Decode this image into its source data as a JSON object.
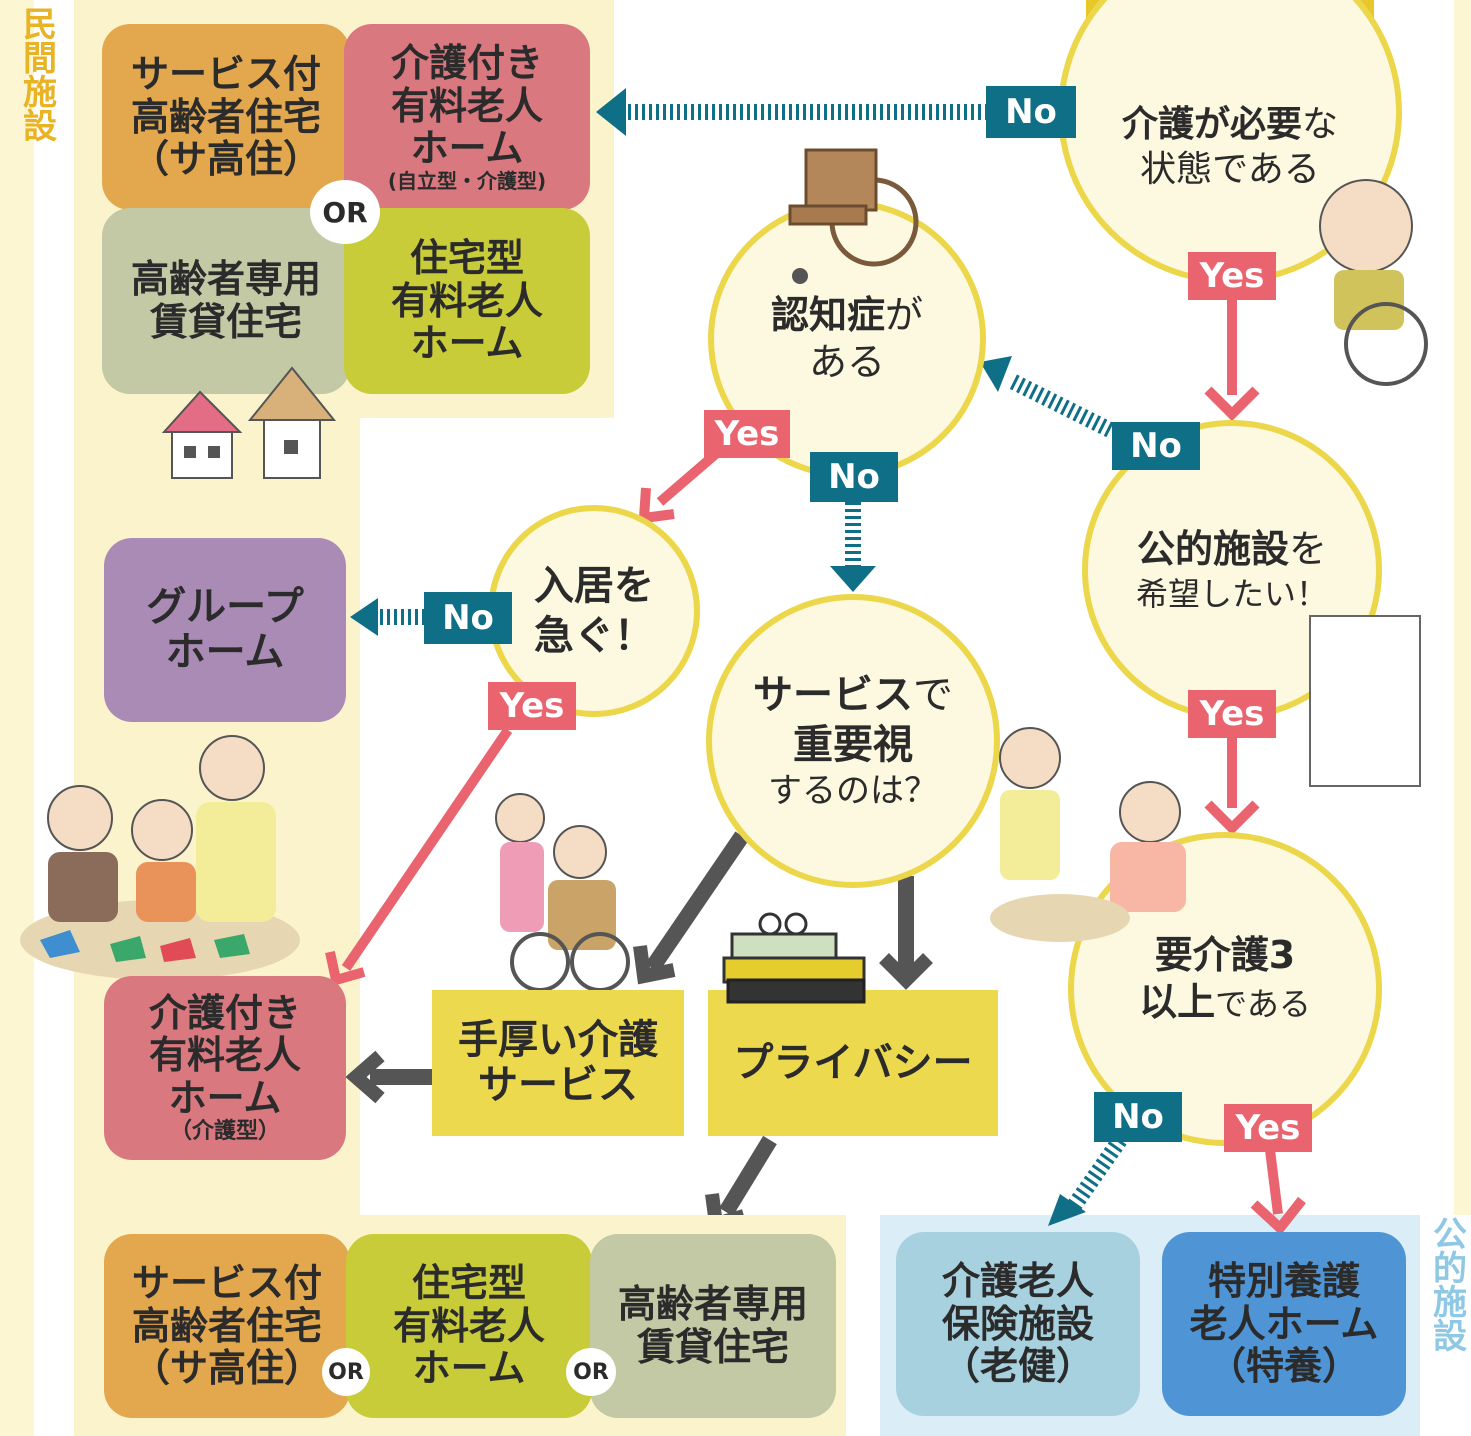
{
  "side_labels": {
    "private": "民間施設",
    "public": "公的施設"
  },
  "questions": {
    "care_needed": {
      "bold": "介護が必要",
      "rest": "な",
      "line2": "状態である"
    },
    "dementia": {
      "bold": "認知症",
      "rest": "が",
      "line2": "ある"
    },
    "public_wish": {
      "bold": "公的施設",
      "rest": "を",
      "line2": "希望したい！"
    },
    "urgent": {
      "line1": "入居を",
      "line2": "急ぐ！"
    },
    "service": {
      "bold": "サービス",
      "rest": "で",
      "line2": "重要視",
      "line3": "するのは？"
    },
    "care3": {
      "line1": "要介護3",
      "bold2": "以上",
      "rest2": "である"
    }
  },
  "facilities": {
    "top_sakoju": [
      "サービス付",
      "高齢者住宅",
      "（サ高住）"
    ],
    "top_kaigo": [
      "介護付き",
      "有料老人",
      "ホーム"
    ],
    "top_kaigo_note": "(自立型・介護型)",
    "top_senyo": [
      "高齢者専用",
      "賃貸住宅"
    ],
    "top_jutaku": [
      "住宅型",
      "有料老人",
      "ホーム"
    ],
    "group_home": [
      "グループ",
      "ホーム"
    ],
    "mid_kaigo": [
      "介護付き",
      "有料老人",
      "ホーム"
    ],
    "mid_kaigo_note": "（介護型）",
    "service_care": [
      "手厚い介護",
      "サービス"
    ],
    "service_privacy": "プライバシー",
    "bottom_sakoju": [
      "サービス付",
      "高齢者住宅",
      "（サ高住）"
    ],
    "bottom_jutaku": [
      "住宅型",
      "有料老人",
      "ホーム"
    ],
    "bottom_senyo": [
      "高齢者専用",
      "賃貸住宅"
    ],
    "roken": [
      "介護老人",
      "保険施設",
      "（老健）"
    ],
    "tokuyo": [
      "特別養護",
      "老人ホーム",
      "（特養）"
    ]
  },
  "labels": {
    "yes": "Yes",
    "no": "No",
    "or": "OR"
  },
  "colors": {
    "orange": "#e3a84d",
    "pink": "#d9787f",
    "sage": "#c3c9a5",
    "lime": "#c8cc38",
    "purple": "#a98bb5",
    "yellow_box": "#ecd94e",
    "light_blue": "#a7d1df",
    "blue": "#4f95d5",
    "no_tag": "#0f6f86",
    "yes_tag": "#e9646f",
    "gray_arrow": "#555555"
  }
}
